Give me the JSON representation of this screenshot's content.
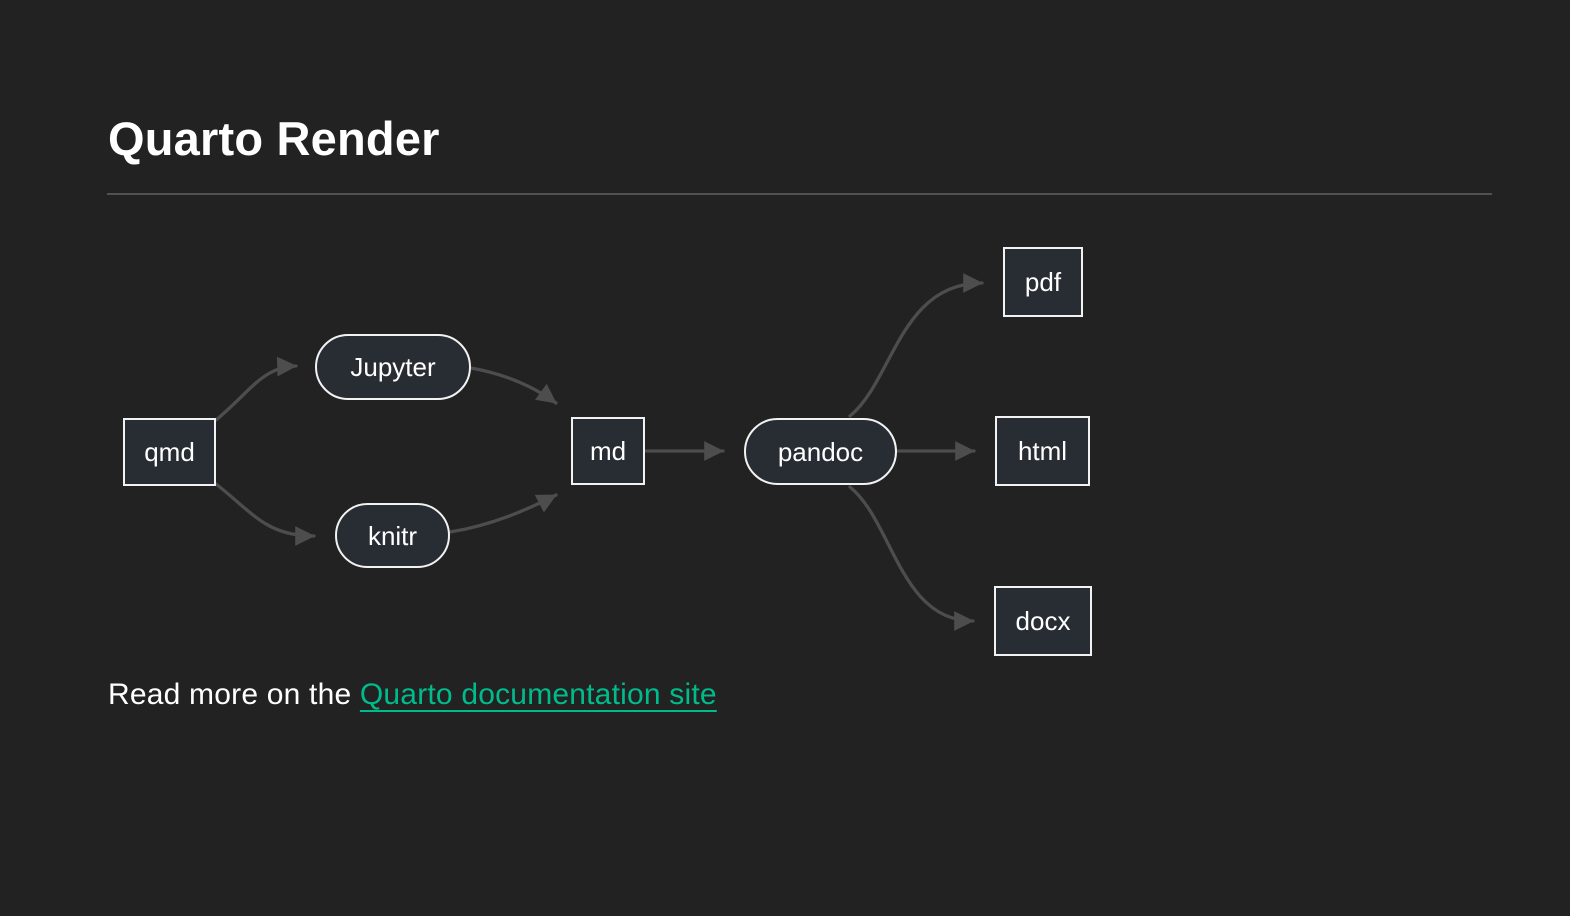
{
  "page": {
    "title": "Quarto Render"
  },
  "diagram": {
    "nodes": {
      "qmd": {
        "label": "qmd",
        "shape": "rect"
      },
      "jupyter": {
        "label": "Jupyter",
        "shape": "stadium"
      },
      "knitr": {
        "label": "knitr",
        "shape": "stadium"
      },
      "md": {
        "label": "md",
        "shape": "rect"
      },
      "pandoc": {
        "label": "pandoc",
        "shape": "stadium"
      },
      "pdf": {
        "label": "pdf",
        "shape": "rect"
      },
      "html": {
        "label": "html",
        "shape": "rect"
      },
      "docx": {
        "label": "docx",
        "shape": "rect"
      }
    },
    "edges": [
      {
        "from": "qmd",
        "to": "jupyter"
      },
      {
        "from": "qmd",
        "to": "knitr"
      },
      {
        "from": "jupyter",
        "to": "md"
      },
      {
        "from": "knitr",
        "to": "md"
      },
      {
        "from": "md",
        "to": "pandoc"
      },
      {
        "from": "pandoc",
        "to": "pdf"
      },
      {
        "from": "pandoc",
        "to": "html"
      },
      {
        "from": "pandoc",
        "to": "docx"
      }
    ]
  },
  "footer": {
    "text_prefix": "Read more on the ",
    "link_label": "Quarto documentation site"
  },
  "theme": {
    "background": "#222222",
    "node_fill": "#282d34",
    "node_border": "#f2f2f2",
    "node_text": "#ffffff",
    "edge_color": "#4d4d4d",
    "heading_text": "#ffffff",
    "rule_color": "#515151",
    "link_color": "#00bc8c"
  }
}
